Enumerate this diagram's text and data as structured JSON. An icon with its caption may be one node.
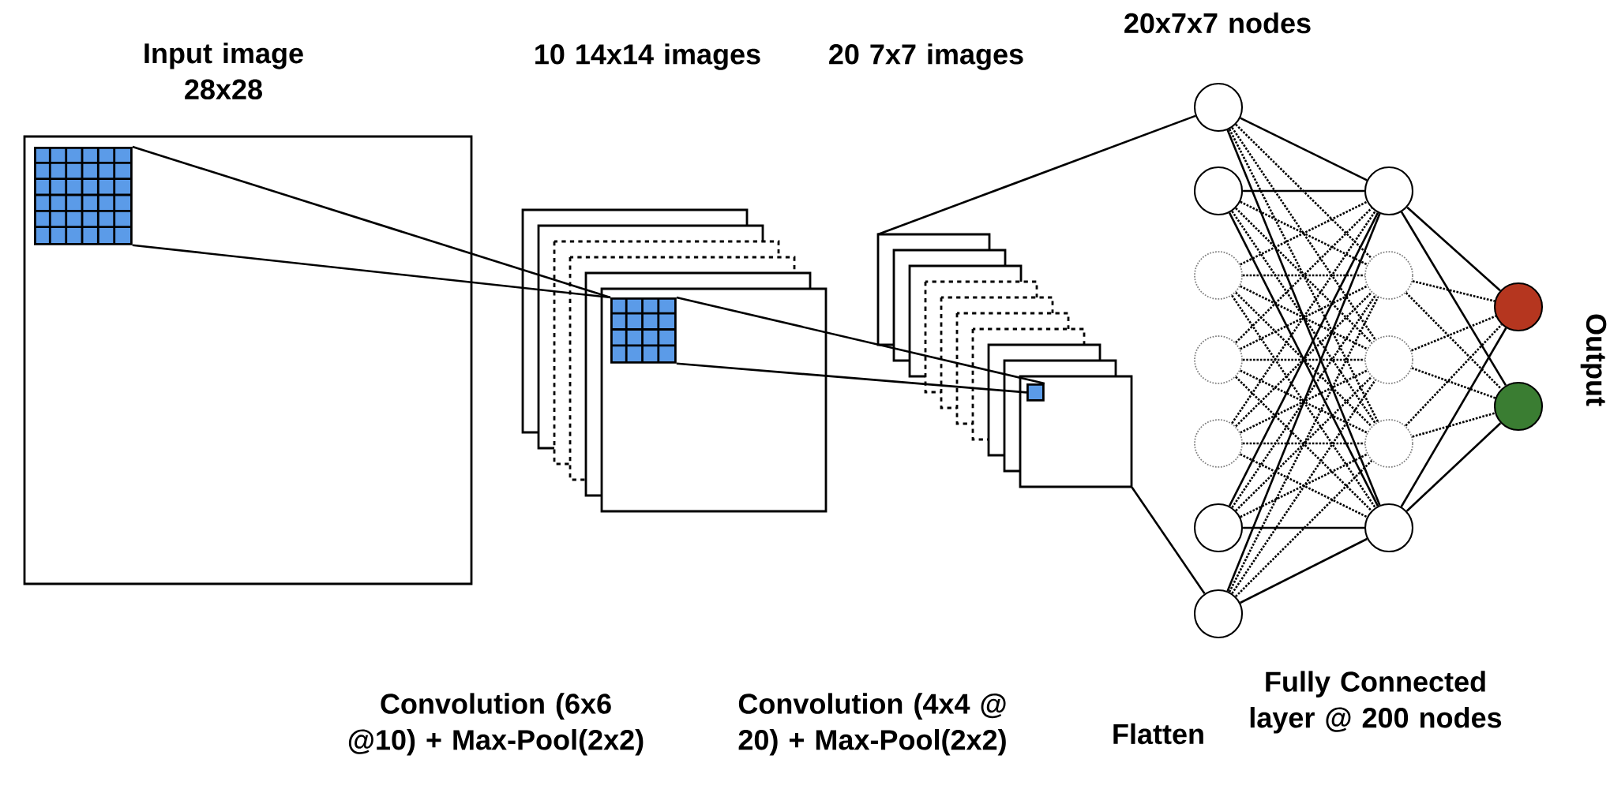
{
  "diagram": {
    "nodes": [
      {
        "text": [
          "Input image 28x28"
        ]
      },
      {
        "text": [],
        "shape": "box",
        "in": 0
      },
      {
        "text": [
          "10 14x14 images"
        ]
      },
      {
        "text": [],
        "shape": "box",
        "in": 2
      },
      {
        "text": [
          "20 7x7 images"
        ]
      },
      {
        "text": [],
        "shape": "box",
        "in": 4
      },
      {
        "text": [],
        "shape": "circle"
      },
      {
        "text": [],
        "shape": "circle"
      },
      {
        "text": [],
        "shape": "circle"
      },
      {
        "text": [],
        "shape": "circle"
      },
      {
        "text": [],
        "shape": "circle"
      },
      {
        "text": [],
        "shape": "circle"
      },
      {
        "text": [],
        "shape": "circle"
      },
      {
        "text": [],
        "shape": "circle"
      },
      {
        "text": [],
        "shape": "circle"
      },
      {
        "text": [],
        "shape": "circle"
      },
      {
        "text": [],
        "shape": "circle"
      },
      {
        "text": [],
        "shape": "circle"
      },
      {
        "text": [],
        "shape": "circle"
      },
      {
        "text": [],
        "shape": "circle"
      }
    ],
    "edges": [
      {
        "from": 1,
        "to": 3,
        "arrow": "none"
      },
      {
        "from": 1,
        "to": 3,
        "arrow": "none"
      },
      {
        "from": 3,
        "to": 5,
        "arrow": "none"
      },
      {
        "from": 3,
        "to": 5,
        "arrow": "none"
      },
      {
        "from": 4,
        "to": 6,
        "arrow": "none"
      },
      {
        "from": 4,
        "to": 12,
        "arrow": "none"
      },
      {
        "from": 6,
        "to": 13,
        "arrow": "none"
      },
      {
        "from": 6,
        "to": 14,
        "arrow": "none",
        "style": "dashed"
      },
      {
        "from": 6,
        "to": 15,
        "arrow": "none",
        "style": "dashed"
      },
      {
        "from": 6,
        "to": 16,
        "arrow": "none",
        "style": "dashed"
      },
      {
        "from": 6,
        "to": 17,
        "arrow": "none"
      },
      {
        "from": 7,
        "to": 13,
        "arrow": "none"
      },
      {
        "from": 7,
        "to": 14,
        "arrow": "none",
        "style": "dashed"
      },
      {
        "from": 7,
        "to": 15,
        "arrow": "none",
        "style": "dashed"
      },
      {
        "from": 7,
        "to": 16,
        "arrow": "none",
        "style": "dashed"
      },
      {
        "from": 7,
        "to": 17,
        "arrow": "none"
      },
      {
        "from": 8,
        "to": 13,
        "arrow": "none",
        "style": "dashed"
      },
      {
        "from": 8,
        "to": 14,
        "arrow": "none",
        "style": "dashed"
      },
      {
        "from": 8,
        "to": 15,
        "arrow": "none",
        "style": "dashed"
      },
      {
        "from": 8,
        "to": 16,
        "arrow": "none",
        "style": "dashed"
      },
      {
        "from": 8,
        "to": 17,
        "arrow": "none",
        "style": "dashed"
      },
      {
        "from": 9,
        "to": 13,
        "arrow": "none",
        "style": "dashed"
      },
      {
        "from": 9,
        "to": 14,
        "arrow": "none",
        "style": "dashed"
      },
      {
        "from": 9,
        "to": 15,
        "arrow": "none",
        "style": "dashed"
      },
      {
        "from": 9,
        "to": 16,
        "arrow": "none",
        "style": "dashed"
      },
      {
        "from": 9,
        "to": 17,
        "arrow": "none",
        "style": "dashed"
      },
      {
        "from": 10,
        "to": 13,
        "arrow": "none",
        "style": "dashed"
      },
      {
        "from": 10,
        "to": 14,
        "arrow": "none",
        "style": "dashed"
      },
      {
        "from": 10,
        "to": 15,
        "arrow": "none",
        "style": "dashed"
      },
      {
        "from": 10,
        "to": 16,
        "arrow": "none",
        "style": "dashed"
      },
      {
        "from": 10,
        "to": 17,
        "arrow": "none",
        "style": "dashed"
      },
      {
        "from": 11,
        "to": 13,
        "arrow": "none"
      },
      {
        "from": 11,
        "to": 14,
        "arrow": "none",
        "style": "dashed"
      },
      {
        "from": 11,
        "to": 15,
        "arrow": "none",
        "style": "dashed"
      },
      {
        "from": 11,
        "to": 16,
        "arrow": "none",
        "style": "dashed"
      },
      {
        "from": 11,
        "to": 17,
        "arrow": "none"
      },
      {
        "from": 12,
        "to": 13,
        "arrow": "none"
      },
      {
        "from": 12,
        "to": 14,
        "arrow": "none",
        "style": "dashed"
      },
      {
        "from": 12,
        "to": 15,
        "arrow": "none",
        "style": "dashed"
      },
      {
        "from": 12,
        "to": 16,
        "arrow": "none",
        "style": "dashed"
      },
      {
        "from": 12,
        "to": 17,
        "arrow": "none"
      },
      {
        "from": 13,
        "to": 18,
        "arrow": "none"
      },
      {
        "from": 13,
        "to": 19,
        "arrow": "none"
      },
      {
        "from": 14,
        "to": 18,
        "arrow": "none",
        "style": "dashed"
      },
      {
        "from": 14,
        "to": 19,
        "arrow": "none",
        "style": "dashed"
      },
      {
        "from": 15,
        "to": 18,
        "arrow": "none",
        "style": "dashed"
      },
      {
        "from": 15,
        "to": 19,
        "arrow": "none",
        "style": "dashed"
      },
      {
        "from": 16,
        "to": 18,
        "arrow": "none",
        "style": "dashed"
      },
      {
        "from": 16,
        "to": 19,
        "arrow": "none",
        "style": "dashed"
      },
      {
        "from": 17,
        "to": 18,
        "arrow": "none"
      },
      {
        "from": 17,
        "to": 19,
        "arrow": "none"
      }
    ],
    "labels": [
      "20x7x7 nodes",
      "Output",
      "Convolution (6x6 @10) + Max-Pool(2x2)",
      "Convolution (4x4 @ 20) + Max-Pool(2x2)",
      "Flatten",
      "Fully Connected layer @ 200 nodes"
    ]
  }
}
